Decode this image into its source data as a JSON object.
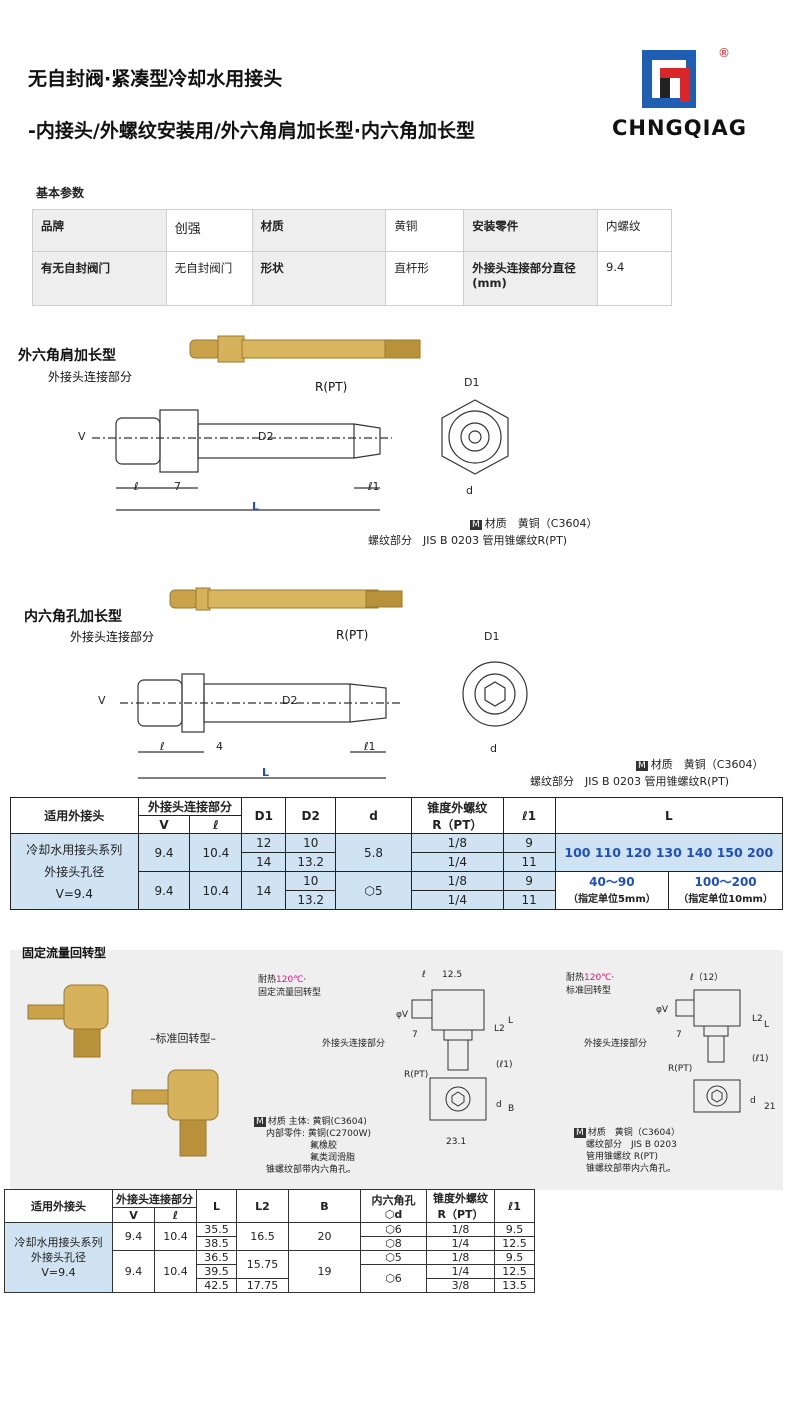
{
  "header": {
    "title_line1": "无自封阀·紧凑型冷却水用接头",
    "title_line2": "-内接头/外螺纹安装用/外六角肩加长型·内六角加长型",
    "brand": "CHNGQIAG",
    "registered": "®"
  },
  "params": {
    "heading": "基本参数",
    "rows": [
      [
        "品牌",
        "创强",
        "材质",
        "黄铜",
        "安装零件",
        "内螺纹"
      ],
      [
        "有无自封阀门",
        "无自封阀门",
        "形状",
        "直杆形",
        "外接头连接部分直径(mm)",
        "9.4"
      ]
    ]
  },
  "fig1": {
    "title": "外六角肩加长型",
    "connect_label": "外接头连接部分",
    "thread_label": "R(PT)",
    "dim_v": "V",
    "dim_d2": "D2",
    "dim_l": "ℓ",
    "dim_7": "7",
    "dim_l1": "ℓ1",
    "dim_L": "L",
    "dim_D1": "D1",
    "dim_d": "d",
    "material": "材质　黄铜（C3604）",
    "material_mark": "M",
    "thread_note": "螺纹部分　JIS B 0203 管用锥螺纹R(PT)"
  },
  "fig2": {
    "title": "内六角孔加长型",
    "connect_label": "外接头连接部分",
    "thread_label": "R(PT)",
    "dim_v": "V",
    "dim_d2": "D2",
    "dim_l": "ℓ",
    "dim_4": "4",
    "dim_l1": "ℓ1",
    "dim_L": "L",
    "dim_D1": "D1",
    "dim_d": "d",
    "material": "材质　黄铜（C3604）",
    "material_mark": "M",
    "thread_note": "螺纹部分　JIS B 0203 管用锥螺纹R(PT)"
  },
  "specs": {
    "headers": {
      "applicable": "适用外接头",
      "connect": "外接头连接部分",
      "v": "V",
      "l": "ℓ",
      "d1": "D1",
      "d2": "D2",
      "d": "d",
      "taper_line1": "锥度外螺纹",
      "taper_line2": "R（PT）",
      "l1": "ℓ1",
      "L": "L"
    },
    "applicable_line1": "冷却水用接头系列",
    "applicable_line2": "外接头孔径",
    "applicable_line3": "V=9.4",
    "group1": {
      "v": "9.4",
      "l": "10.4",
      "d": "5.8",
      "rows": [
        {
          "d1": "12",
          "d2": "10",
          "r": "1/8",
          "l1": "9"
        },
        {
          "d1": "14",
          "d2": "13.2",
          "r": "1/4",
          "l1": "11"
        }
      ],
      "L": "100 110 120 130 140 150 200"
    },
    "group2": {
      "v": "9.4",
      "l": "10.4",
      "d1": "14",
      "d": "⬡5",
      "rows": [
        {
          "d2": "10",
          "r": "1/8",
          "l1": "9"
        },
        {
          "d2": "13.2",
          "r": "1/4",
          "l1": "11"
        }
      ],
      "L1": "40～90",
      "L1_note": "（指定单位5mm）",
      "L2": "100～200",
      "L2_note": "（指定单位10mm）"
    }
  },
  "rotary": {
    "section_title": "固定流量回转型",
    "standard_label": "–标准回转型–",
    "left_diag": {
      "heat_prefix": "耐热",
      "heat_temp": "120℃",
      "heat_suffix": "·",
      "name": "固定流量回转型",
      "dim_l": "ℓ",
      "dim_125": "12.5",
      "dim_phiv": "φV",
      "dim_7": "7",
      "dim_l2": "L2",
      "dim_L": "L",
      "dim_l1": "(ℓ1)",
      "connect_label": "外接头连接部分",
      "thread_label": "R(PT)",
      "dim_b": "B",
      "dim_d": "d",
      "dim_231": "23.1",
      "mat_line1": "材质 主体: 黄铜(C3604)",
      "mat_line2": "内部零件: 黄铜(C2700W)",
      "mat_line3": "氟橡胶",
      "mat_line4": "氟类润滑脂",
      "mat_line5": "锥螺纹部带内六角孔。"
    },
    "right_diag": {
      "heat_prefix": "耐热",
      "heat_temp": "120℃",
      "heat_suffix": "·",
      "name": "标准回转型",
      "dim_l": "ℓ（12）",
      "dim_phiv": "φV",
      "dim_7": "7",
      "dim_l2": "L2",
      "dim_L": "L",
      "dim_l1": "(ℓ1)",
      "connect_label": "外接头连接部分",
      "thread_label": "R(PT)",
      "dim_d": "d",
      "dim_21": "21",
      "mat_line1": "材质　黄铜（C3604）",
      "mat_line2": "螺纹部分　JIS B 0203",
      "mat_line3": "管用锥螺纹 R(PT)",
      "mat_line4": "锥螺纹部带内六角孔。"
    }
  },
  "specs2": {
    "headers": {
      "applicable": "适用外接头",
      "connect": "外接头连接部分",
      "v": "V",
      "l": "ℓ",
      "L": "L",
      "L2": "L2",
      "B": "B",
      "hex_line1": "内六角孔",
      "hex_line2": "⬡d",
      "taper_line1": "锥度外螺纹",
      "taper_line2": "R（PT）",
      "l1": "ℓ1"
    },
    "applicable_line1": "冷却水用接头系列",
    "applicable_line2": "外接头孔径",
    "applicable_line3": "V=9.4",
    "g1": {
      "v": "9.4",
      "l": "10.4",
      "L2": "16.5",
      "B": "20",
      "rows": [
        {
          "L": "35.5",
          "hex": "⬡6",
          "r": "1/8",
          "l1": "9.5"
        },
        {
          "L": "38.5",
          "hex": "⬡8",
          "r": "1/4",
          "l1": "12.5"
        }
      ]
    },
    "g2": {
      "v": "9.4",
      "l": "10.4",
      "B": "19",
      "rows": [
        {
          "L": "36.5",
          "hex": "⬡5",
          "r": "1/8",
          "l1": "9.5"
        },
        {
          "L": "39.5",
          "hex": "⬡6",
          "r": "1/4",
          "l1": "12.5"
        },
        {
          "L": "42.5",
          "L2": "17.75",
          "r": "3/8",
          "l1": "13.5"
        }
      ],
      "L2": "15.75"
    }
  },
  "colors": {
    "brass": "#c9a24a",
    "brass_dark": "#9c7a2b",
    "table_blue": "#cfe3f2",
    "link_blue": "#1f4fbf",
    "pink": "#e0147f",
    "logo_blue": "#1e5fb4",
    "logo_red": "#d8262b"
  }
}
